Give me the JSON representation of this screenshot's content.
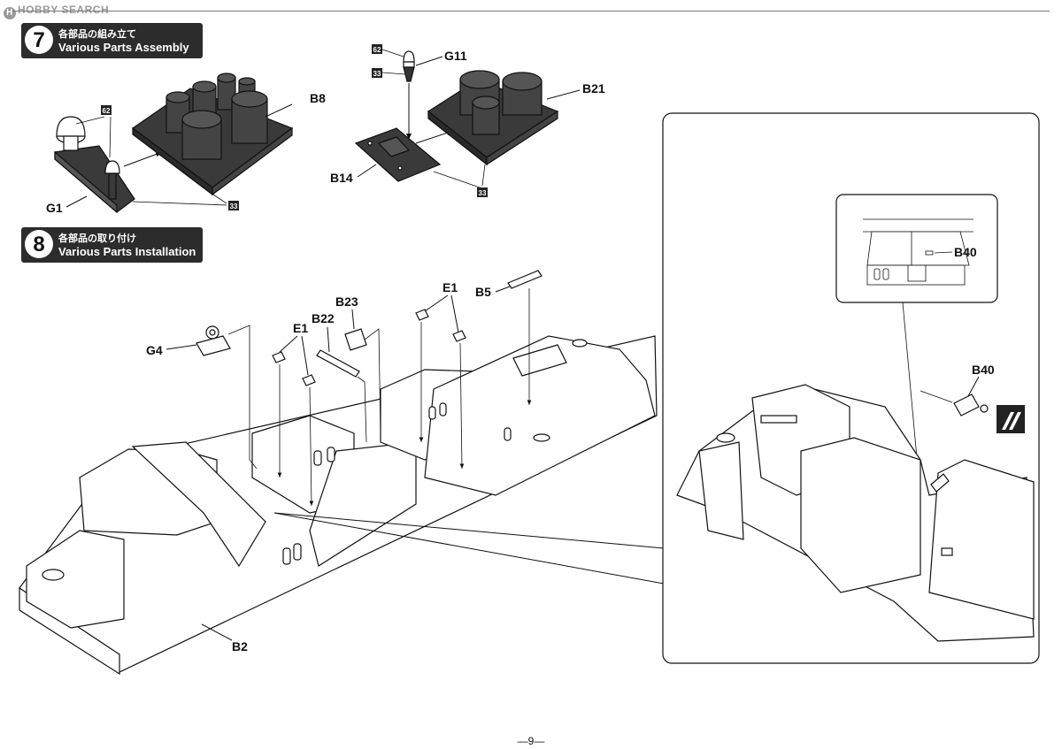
{
  "watermark": "HOBBY SEARCH",
  "steps": [
    {
      "number": "7",
      "jp": "各部品の組み立て",
      "en": "Various Parts Assembly"
    },
    {
      "number": "8",
      "jp": "各部品の取り付け",
      "en": "Various Parts Installation"
    }
  ],
  "labels": {
    "b8": "B8",
    "g1": "G1",
    "b21": "B21",
    "g11": "G11",
    "b14": "B14",
    "g4": "G4",
    "e1a": "E1",
    "b22": "B22",
    "b23": "B23",
    "e1b": "E1",
    "b5": "B5",
    "b2": "B2",
    "b40_inset": "B40",
    "b40": "B40"
  },
  "paint_codes": {
    "c62a": "62",
    "c33a": "33",
    "c62b": "62",
    "c33b": "33",
    "c33c": "33"
  },
  "page_number": "—9—",
  "colors": {
    "part_fill": "#3a3a3a",
    "line": "#111111",
    "callout_fill": "#222222"
  }
}
